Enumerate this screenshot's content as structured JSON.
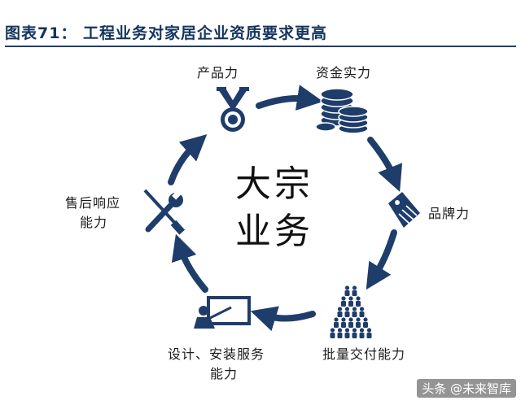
{
  "title": "图表71：   工程业务对家居企业资质要求更高",
  "center": {
    "line1": "大宗",
    "line2": "业务"
  },
  "nodes": [
    {
      "label": "产品力",
      "icon": "medal-icon"
    },
    {
      "label": "资金实力",
      "icon": "coins-icon"
    },
    {
      "label": "品牌力",
      "icon": "tag-icon"
    },
    {
      "label": "批量交付能力",
      "icon": "crowd-icon"
    },
    {
      "label_line1": "设计、安装服务",
      "label_line2": "能力",
      "icon": "presentation-icon"
    },
    {
      "label_line1": "售后响应",
      "label_line2": "能力",
      "icon": "tools-icon"
    }
  ],
  "watermark": "头条 @未来智库",
  "colors": {
    "primary": "#1f3d6b",
    "title": "#14345f"
  }
}
